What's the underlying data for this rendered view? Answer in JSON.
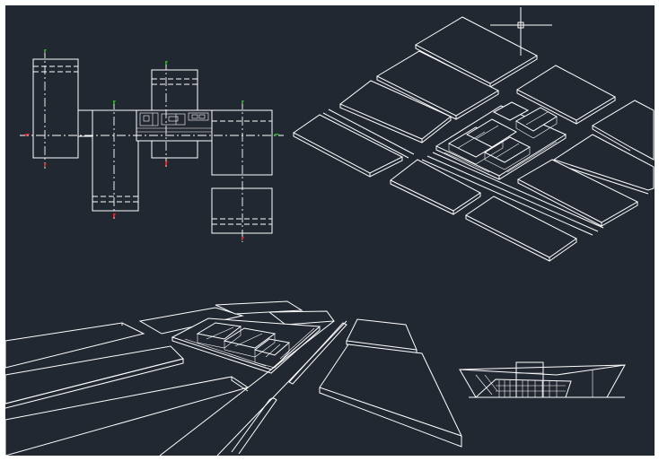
{
  "app": {
    "background_color": "#222831",
    "frame_color": "#ffffff",
    "line_color": "#ffffff",
    "marker_colors": {
      "axis_y": "#2fa52f",
      "axis_x": "#d62a2a"
    }
  },
  "cursor": {
    "icon": "crosshair-pickbox-icon"
  },
  "views": [
    {
      "name": "plan-view"
    },
    {
      "name": "isometric-site-view"
    },
    {
      "name": "perspective-street-view"
    },
    {
      "name": "section-elevation-view"
    }
  ]
}
